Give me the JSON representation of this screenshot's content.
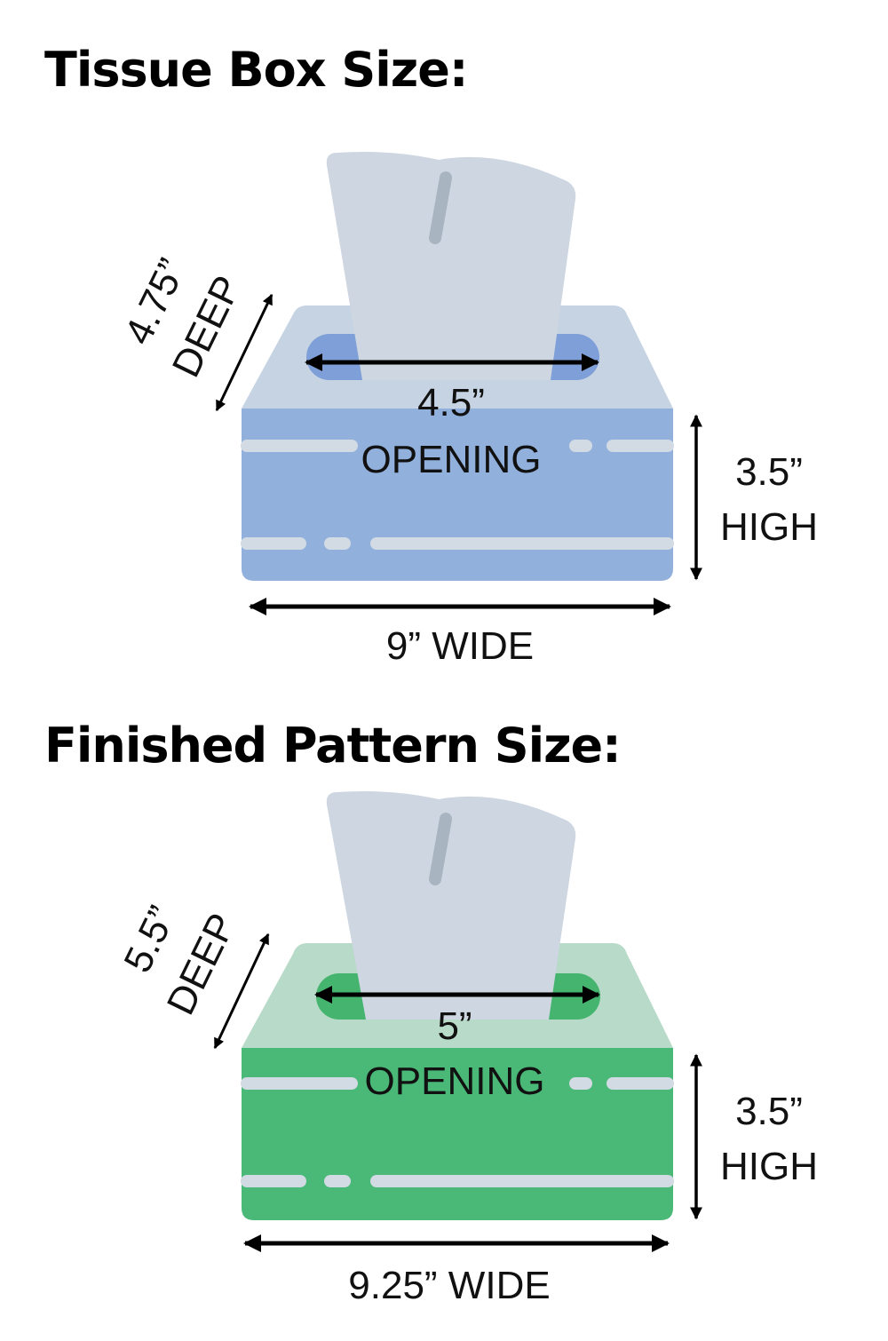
{
  "sections": [
    {
      "heading": "Tissue Box Size:",
      "box_color": "#92b0dc",
      "lid_color": "#c6d3e3",
      "opening_color": "#7e9fd7",
      "deep_value": "4.75”",
      "deep_word": "DEEP",
      "opening_value": "4.5”",
      "opening_word": "OPENING",
      "high_value": "3.5”",
      "high_word": "HIGH",
      "wide_label": "9” WIDE"
    },
    {
      "heading": "Finished Pattern Size:",
      "box_color": "#4ab877",
      "lid_color": "#b8dac8",
      "opening_color": "#44b46f",
      "deep_value": "5.5”",
      "deep_word": "DEEP",
      "opening_value": "5”",
      "opening_word": "OPENING",
      "high_value": "3.5”",
      "high_word": "HIGH",
      "wide_label": "9.25” WIDE"
    }
  ],
  "tissue_color": "#cdd6e1",
  "tissue_fold_color": "#a9b4c1",
  "stripe_color": "#d2dae3",
  "arrow_color": "#000000"
}
